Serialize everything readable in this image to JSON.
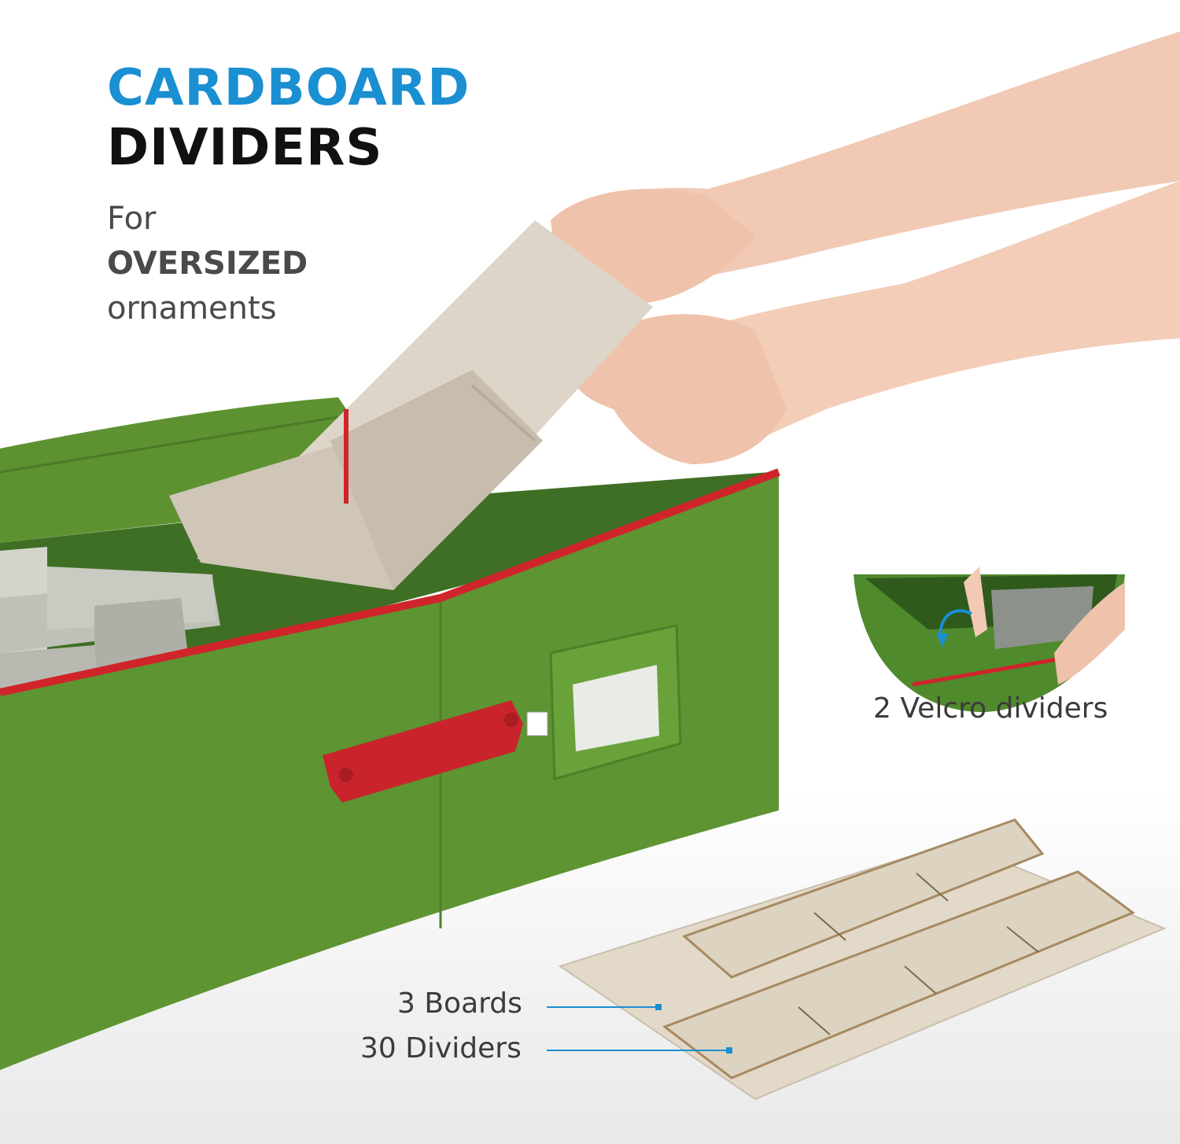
{
  "headline": {
    "line1": "CARDBOARD",
    "line2": "DIVIDERS"
  },
  "subheadline": {
    "line1": "For",
    "line2": "OVERSIZED",
    "line3": "ornaments"
  },
  "callouts": {
    "velcro": "2 Velcro dividers",
    "boards": "3 Boards",
    "dividers": "30 Dividers"
  },
  "colors": {
    "accent_blue": "#1a8fd1",
    "box_green": "#5f9330",
    "trim_red": "#d0242b",
    "cardboard": "#d9d0c2"
  }
}
